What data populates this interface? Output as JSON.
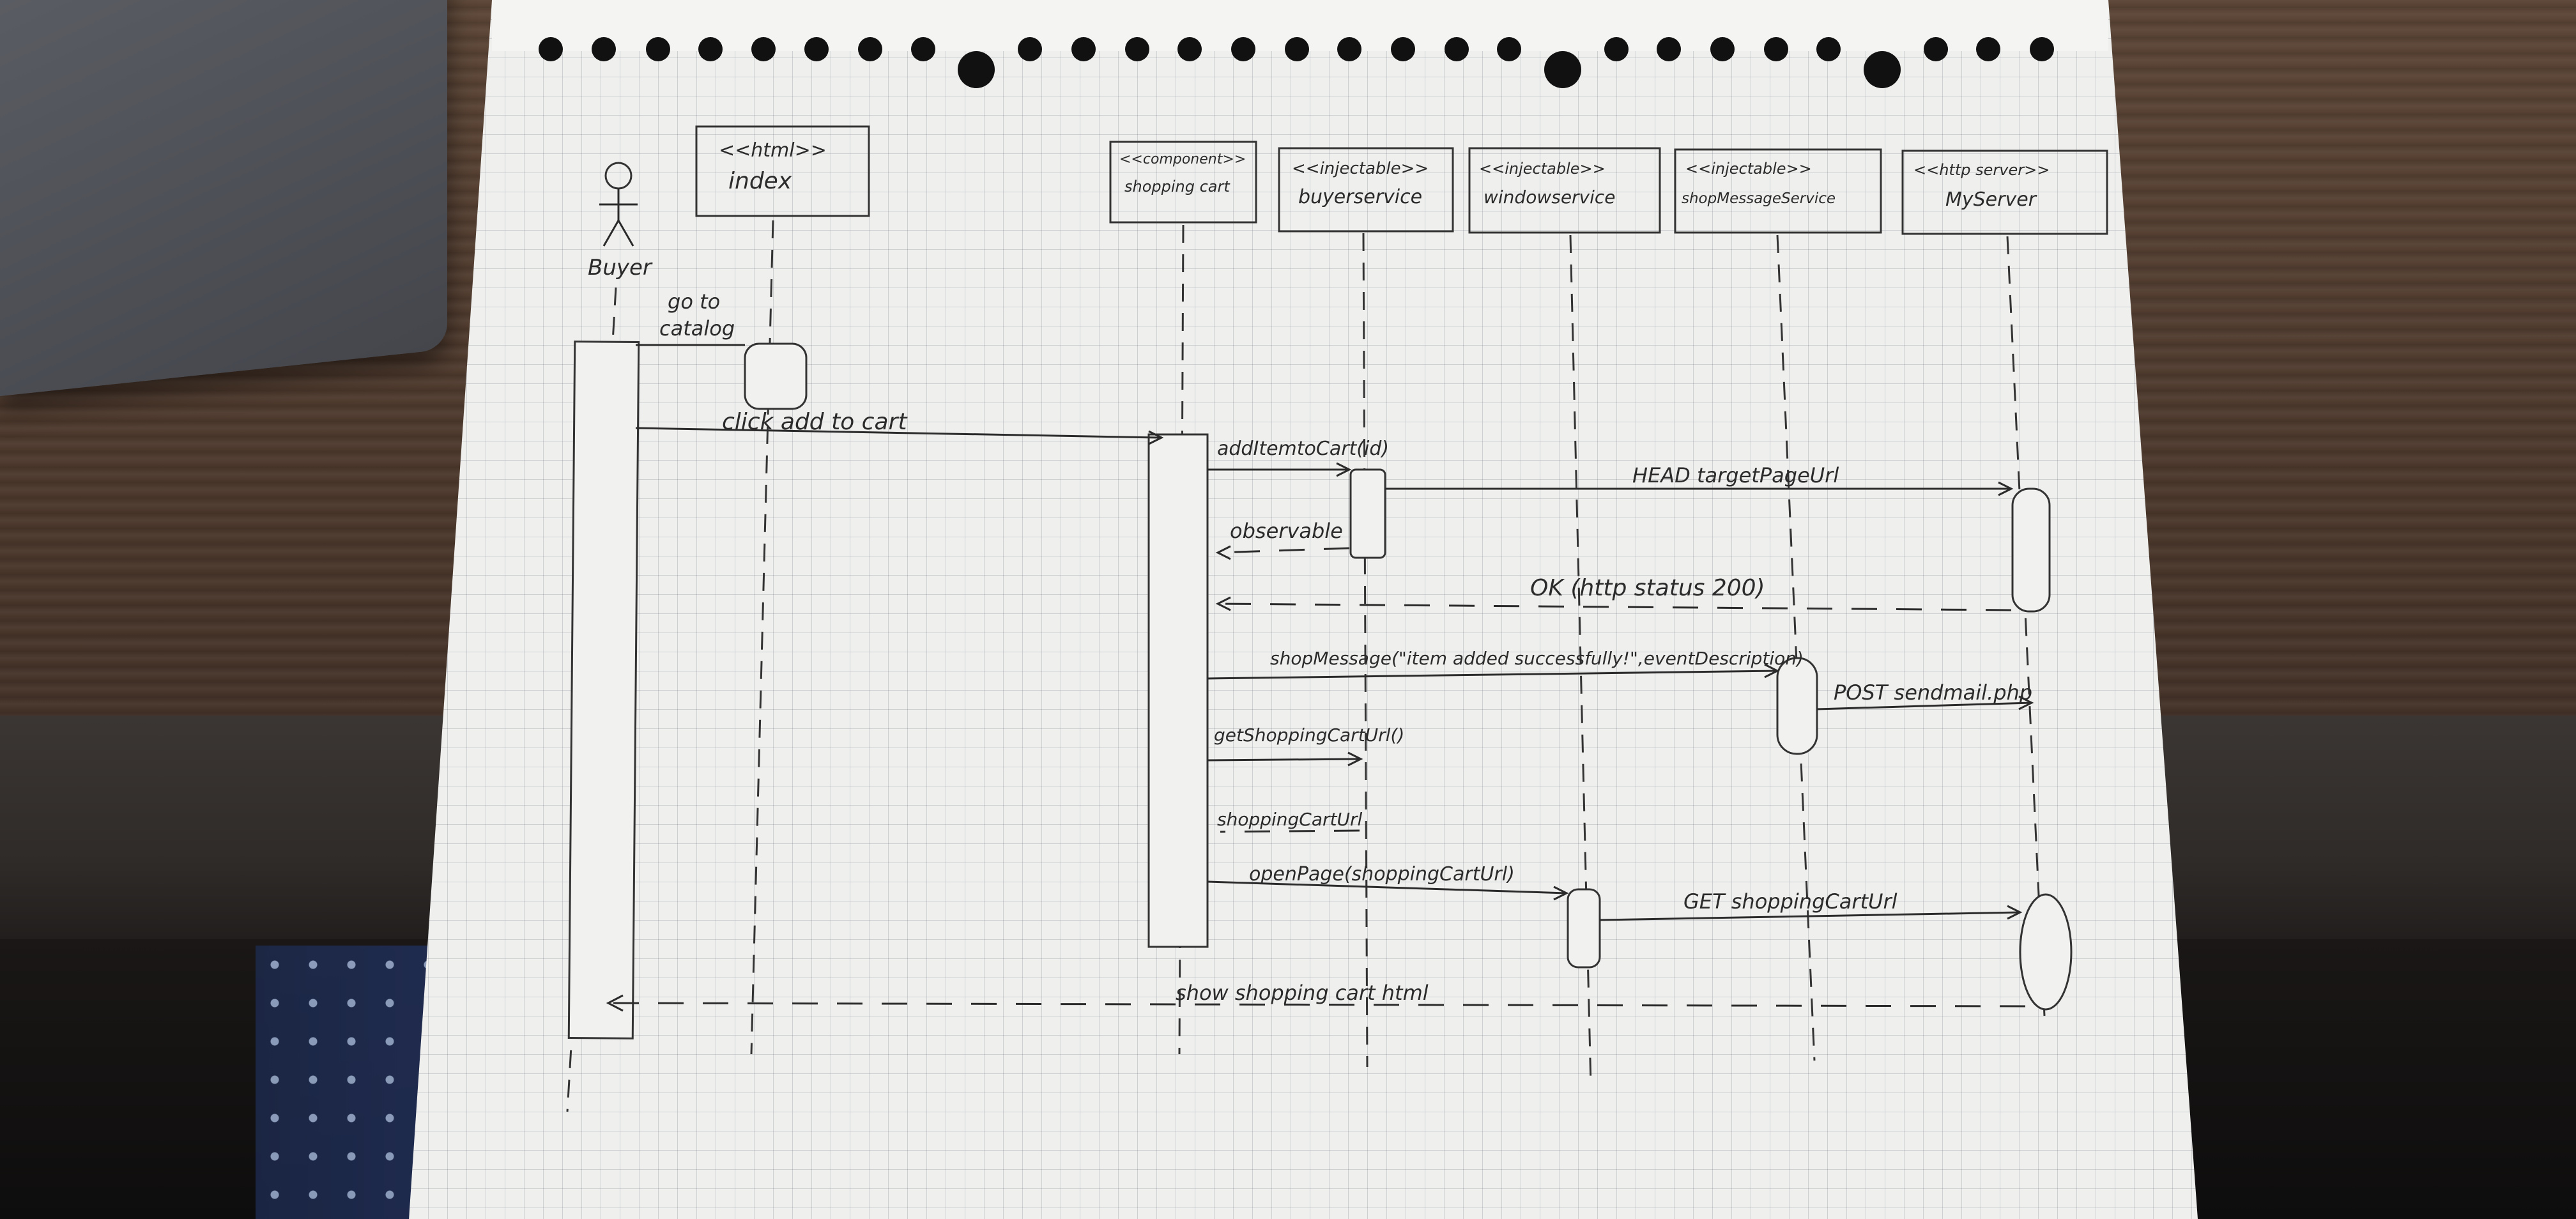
{
  "participants": {
    "buyer": {
      "label": "Buyer"
    },
    "index": {
      "stereotype": "<<html>>",
      "name": "index"
    },
    "cart": {
      "stereotype": "<<component>>",
      "name": "shopping cart"
    },
    "buyer_service": {
      "stereotype": "<<injectable>>",
      "name": "buyerservice"
    },
    "window_service": {
      "stereotype": "<<injectable>>",
      "name": "windowservice"
    },
    "shop_message_service": {
      "stereotype": "<<injectable>>",
      "name": "shopMessageService"
    },
    "my_server": {
      "stereotype": "<<http server>>",
      "name": "MyServer"
    }
  },
  "messages": {
    "go_to_catalog_1": "go to",
    "go_to_catalog_2": "catalog",
    "click_add": "click   add   to   cart",
    "add_item": "addItemtoCart(id)",
    "head_request": "HEAD targetPageUrl",
    "observable": "observable",
    "ok_status": "OK (http status 200)",
    "shop_message": "shopMessage(\"item added successfully!\",eventDescription)",
    "post_sendmail": "POST sendmail.php",
    "get_shopping_url": "getShoppingCartUrl()",
    "shopping_cart_url": "shoppingCartUrl",
    "open_page": "openPage(shoppingCartUrl)",
    "get_shopping_cart": "GET shoppingCartUrl",
    "show_cart": "show  shopping  cart  html"
  },
  "colors": {
    "ink": "#2b2b2b",
    "paper": "#efefed"
  }
}
